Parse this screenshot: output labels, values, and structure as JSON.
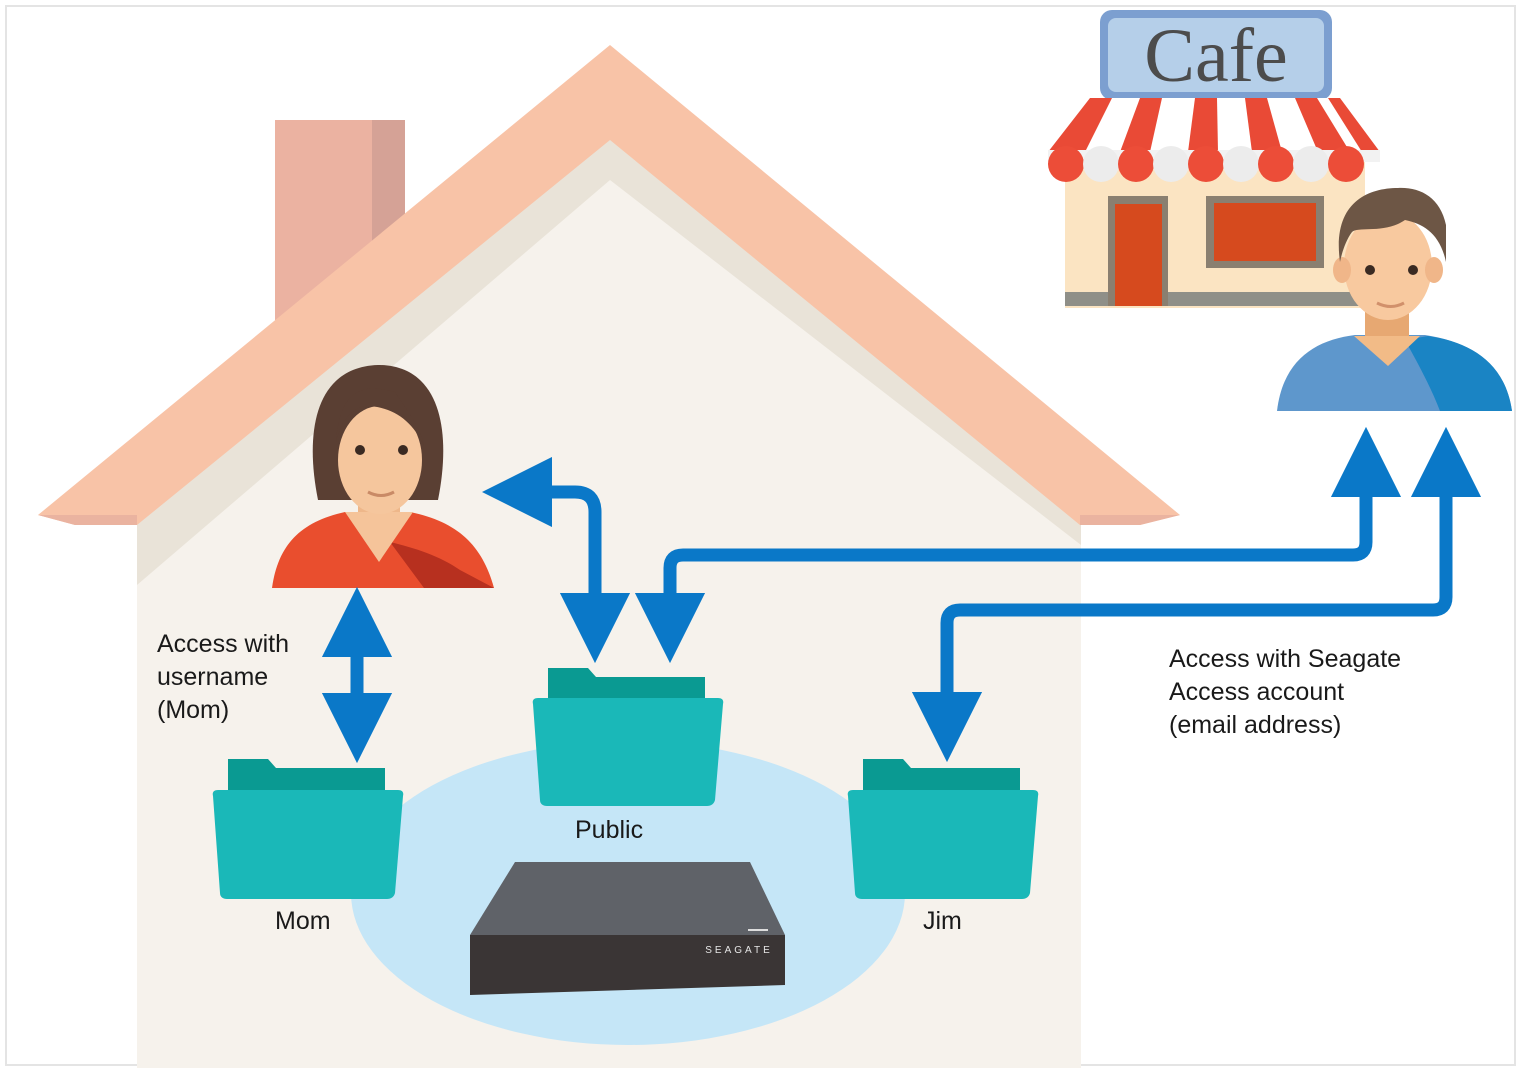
{
  "cafe": {
    "sign_text": "Cafe"
  },
  "storage": {
    "brand_text": "SEAGATE"
  },
  "folders": {
    "public": "Public",
    "mom": "Mom",
    "jim": "Jim"
  },
  "local_access": {
    "line1": "Access with",
    "line2": "username",
    "line3": "(Mom)"
  },
  "remote_access": {
    "line1": "Access with Seagate",
    "line2": "Access account",
    "line3": "(email address)"
  },
  "colors": {
    "arrow": "#0a78c8",
    "folder_front": "#1ab8b8",
    "folder_back": "#0a9a92",
    "roof": "#f8c3a7",
    "house_wall": "#f6f2ec",
    "network_ellipse": "#c5e6f7"
  },
  "icons": [
    "woman-avatar-icon",
    "man-avatar-icon",
    "folder-icon",
    "nas-drive-icon",
    "cafe-storefront-icon",
    "house-icon"
  ]
}
